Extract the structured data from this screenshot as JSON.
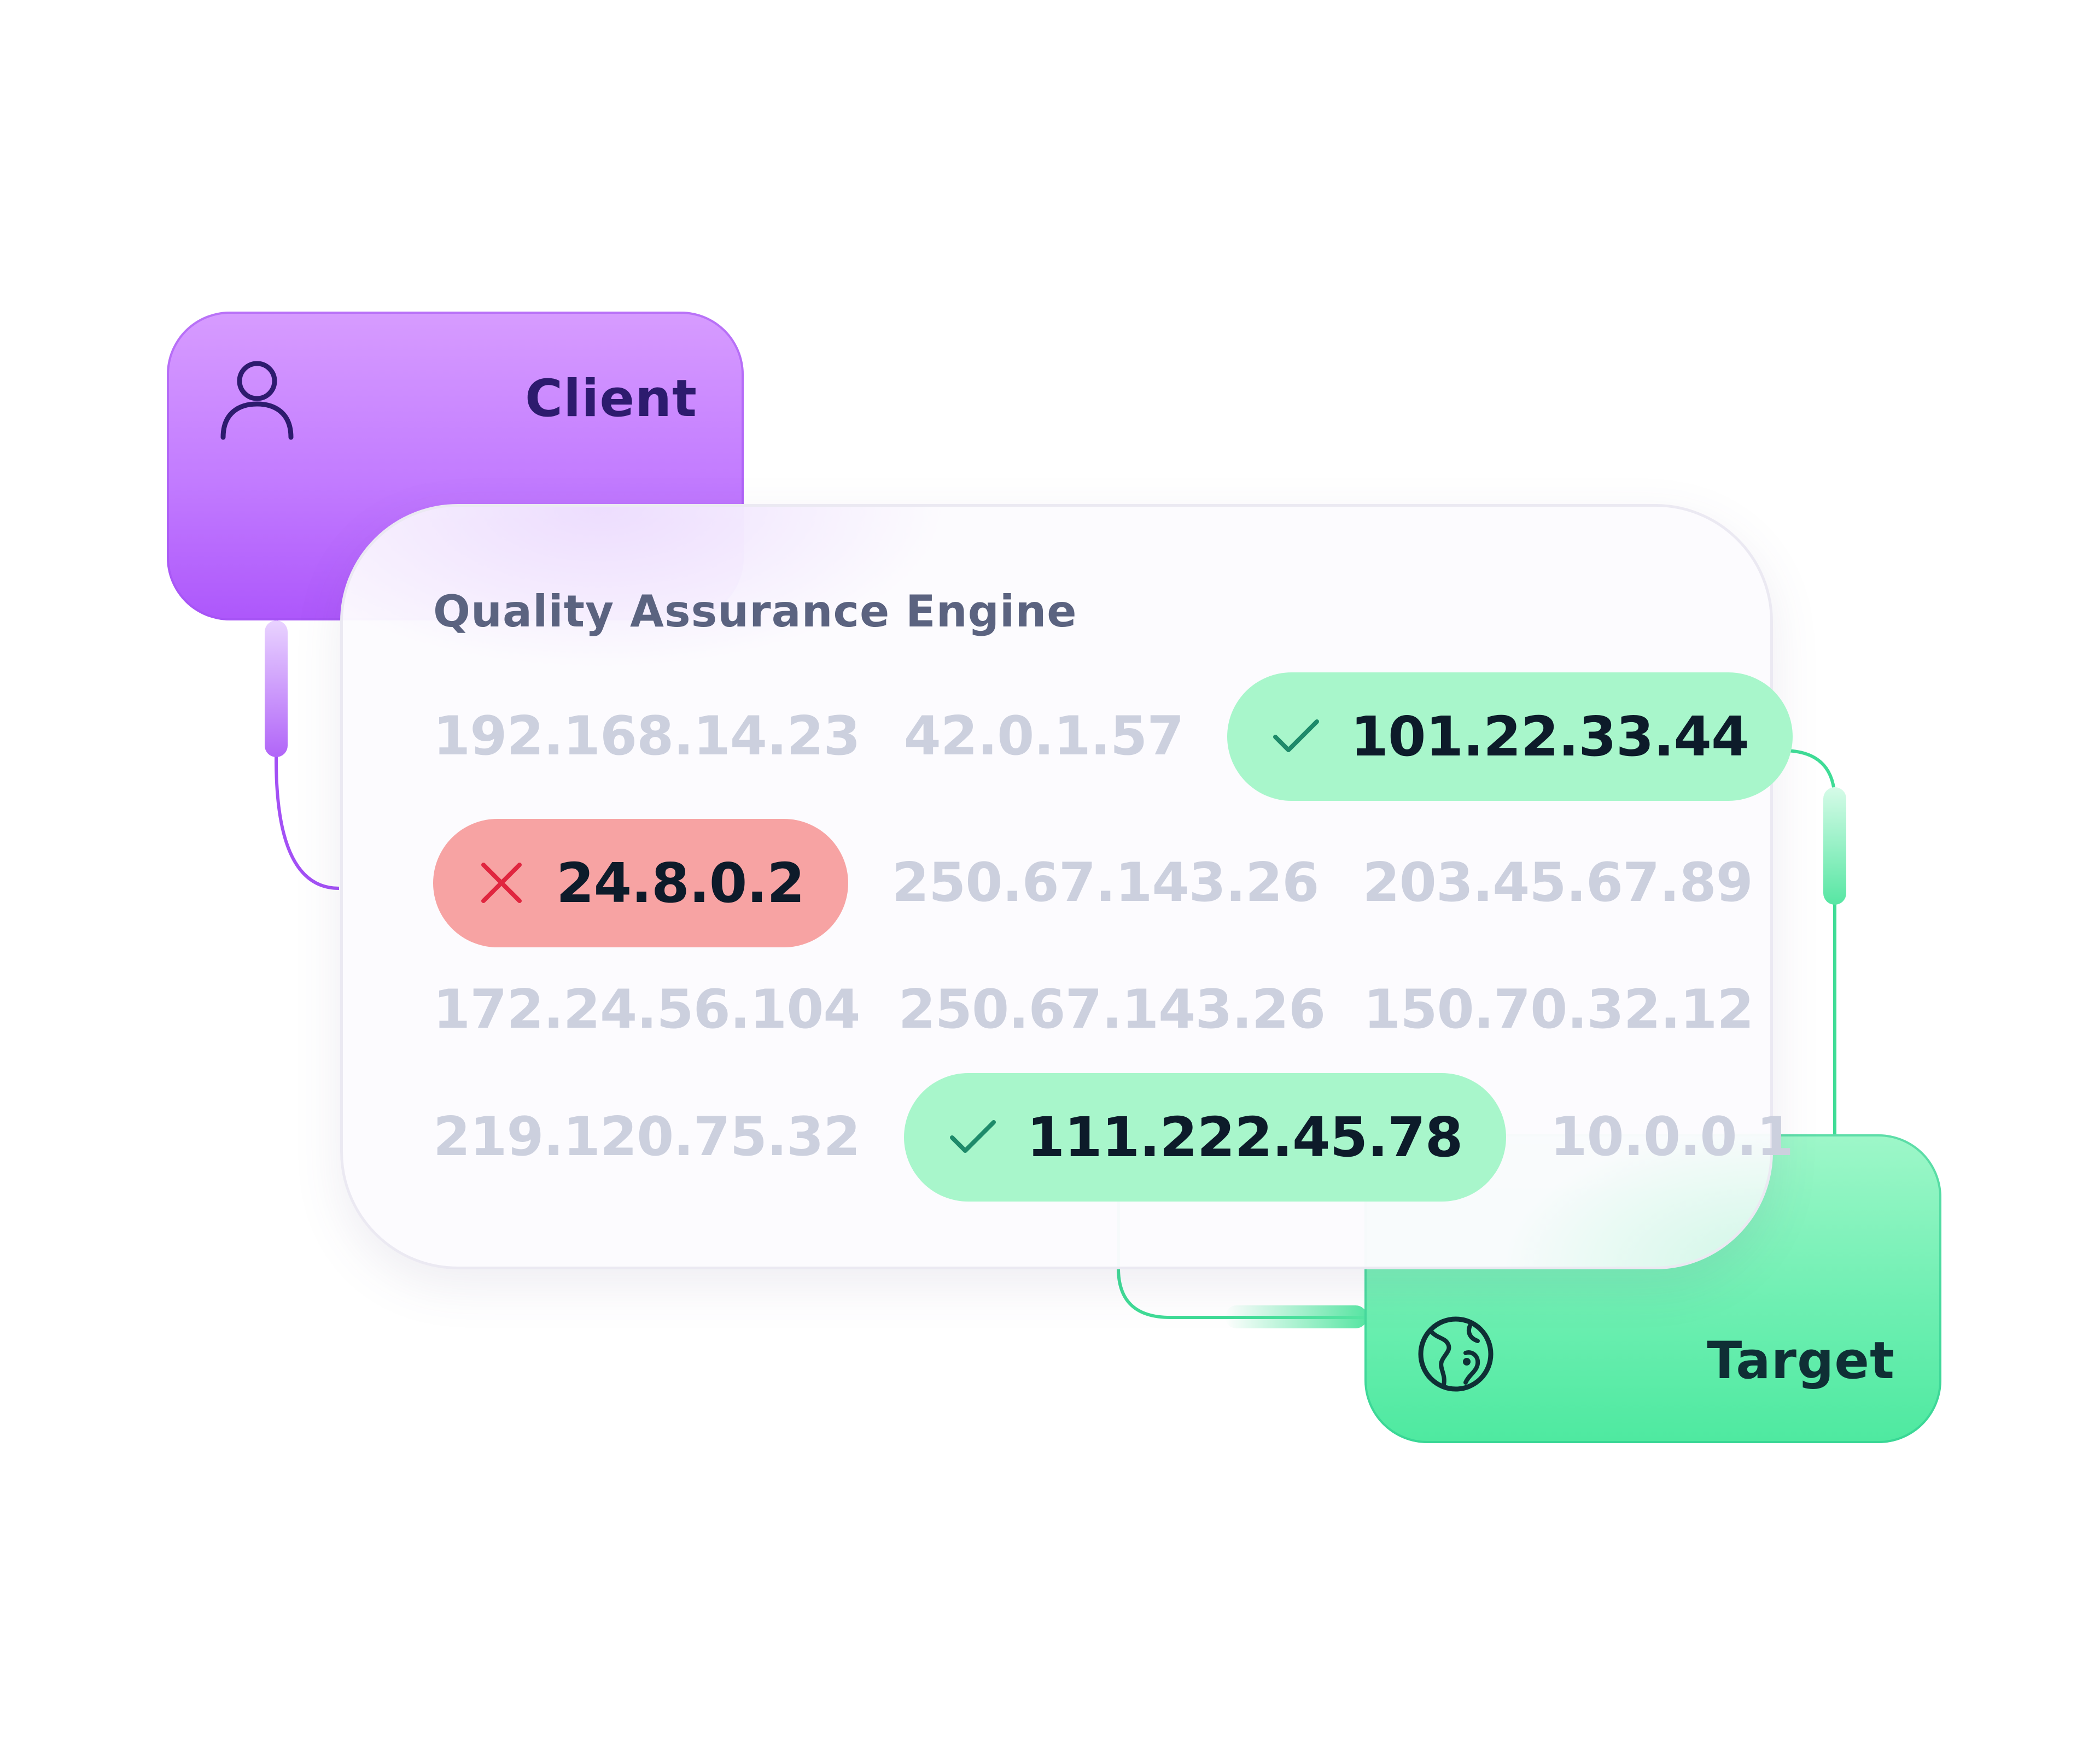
{
  "client": {
    "label": "Client",
    "icon": "user-icon",
    "color": "#c27bff"
  },
  "target": {
    "label": "Target",
    "icon": "globe-icon",
    "color": "#6eefb2"
  },
  "engine": {
    "title": "Quality Assurance Engine",
    "rows": [
      [
        {
          "ip": "192.168.14.23",
          "status": "none"
        },
        {
          "ip": "42.0.1.57",
          "status": "none"
        },
        {
          "ip": "101.22.33.44",
          "status": "ok"
        }
      ],
      [
        {
          "ip": "24.8.0.2",
          "status": "blocked"
        },
        {
          "ip": "250.67.143.26",
          "status": "none"
        },
        {
          "ip": "203.45.67.89",
          "status": "none"
        }
      ],
      [
        {
          "ip": "172.24.56.104",
          "status": "none"
        },
        {
          "ip": "250.67.143.26",
          "status": "none"
        },
        {
          "ip": "150.70.32.12",
          "status": "none"
        }
      ],
      [
        {
          "ip": "219.120.75.32",
          "status": "none"
        },
        {
          "ip": "111.222.45.78",
          "status": "ok"
        },
        {
          "ip": "10.0.0.1",
          "status": "none"
        }
      ]
    ]
  },
  "status_colors": {
    "ok": "#a8f6cb",
    "blocked": "#f7a3a3",
    "ok_icon": "#1e8a6a",
    "blocked_icon": "#e0263f"
  }
}
